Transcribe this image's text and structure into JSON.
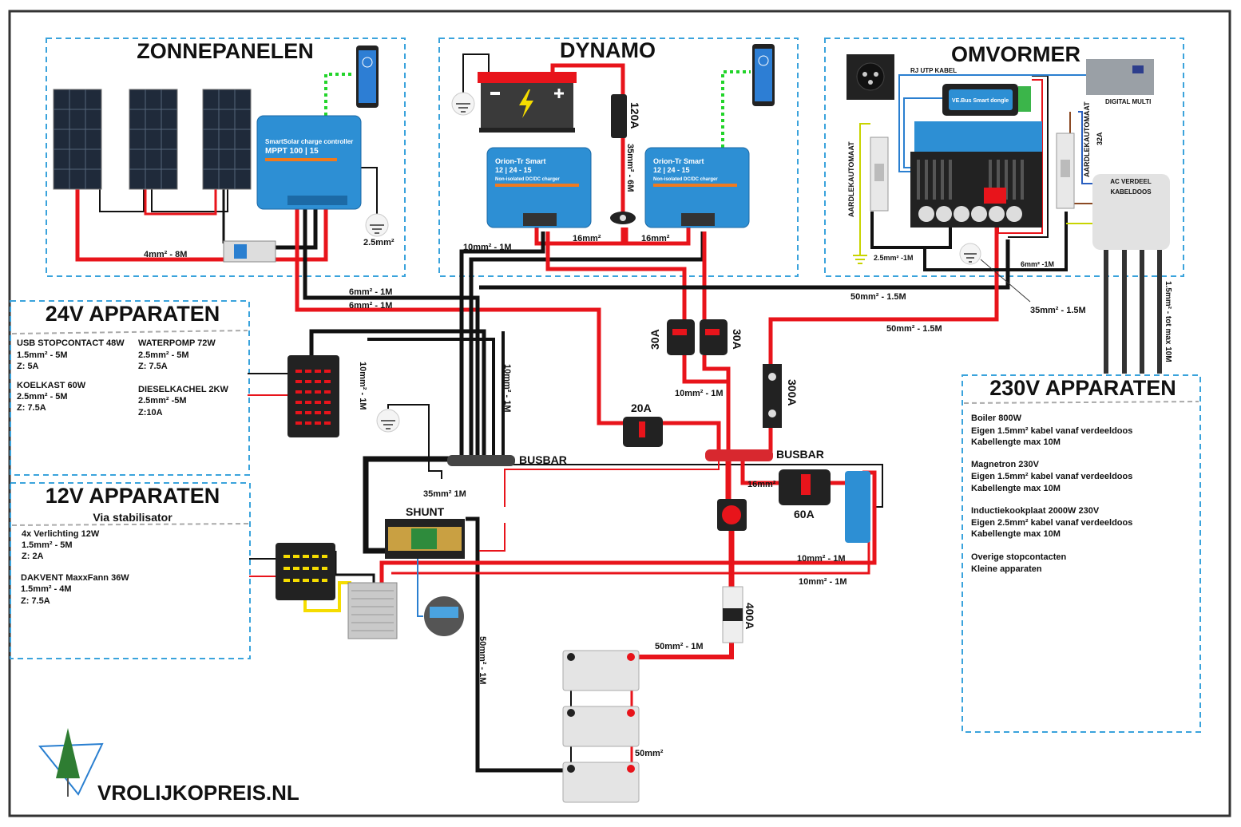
{
  "colors": {
    "section_border": "#3aa3dc",
    "positive_wire": "#e8141b",
    "negative_wire": "#111111",
    "victron_blue": "#2d8fd4",
    "data_wire": "#2a7fd0",
    "bluetooth_link": "#22d42a"
  },
  "sections": {
    "zonnepanelen": "ZONNEPANELEN",
    "dynamo": "DYNAMO",
    "omvormer": "OMVORMER",
    "v24": {
      "title": "24V APPARATEN",
      "items": [
        {
          "name": "USB STOPCONTACT 48W",
          "cable": "1.5mm² - 5M",
          "fuse": "Z: 5A"
        },
        {
          "name": "WATERPOMP 72W",
          "cable": "2.5mm² - 5M",
          "fuse": "Z: 7.5A"
        },
        {
          "name": "KOELKAST 60W",
          "cable": "2.5mm² - 5M",
          "fuse": "Z: 7.5A"
        },
        {
          "name": "DIESELKACHEL 2KW",
          "cable": "2.5mm² -5M",
          "fuse": "Z:10A"
        }
      ]
    },
    "v12": {
      "title": "12V APPARATEN",
      "subtitle": "Via stabilisator",
      "items": [
        {
          "name": "4x Verlichting 12W",
          "cable": "1.5mm² - 5M",
          "fuse": "Z: 2A"
        },
        {
          "name": "DAKVENT MaxxFann 36W",
          "cable": "1.5mm² - 4M",
          "fuse": "Z: 7.5A"
        }
      ]
    },
    "v230": {
      "title": "230V APPARATEN",
      "items": [
        {
          "l1": "Boiler 800W",
          "l2": "Eigen 1.5mm² kabel vanaf verdeeldoos",
          "l3": "Kabellengte max 10M"
        },
        {
          "l1": "Magnetron 230V",
          "l2": "Eigen 1.5mm² kabel vanaf verdeeldoos",
          "l3": "Kabellengte max 10M"
        },
        {
          "l1": "Inductiekookplaat 2000W 230V",
          "l2": "Eigen 2.5mm² kabel vanaf verdeeldoos",
          "l3": "Kabellengte max 10M"
        },
        {
          "l1": "Overige stopcontacten",
          "l2": "Kleine apparaten"
        }
      ]
    }
  },
  "devices": {
    "mppt": {
      "line1": "SmartSolar charge controller",
      "line2": "MPPT 100 | 15"
    },
    "orion": {
      "line1": "Orion-Tr Smart",
      "line2": "12 | 24 - 15",
      "line3": "Non-isolated DC/DC charger"
    },
    "dongle": "VE.Bus Smart dongle"
  },
  "labels": [
    "4mm² - 8M",
    "2.5mm²",
    "10mm² - 1M",
    "16mm²",
    "16mm²",
    "35mm² - 6M",
    "120A",
    "6mm² - 1M",
    "6mm² - 1M",
    "50mm² - 1.5M",
    "50mm² - 1.5M",
    "35mm² - 1.5M",
    "2.5mm² -1M",
    "6mm² -1M",
    "RJ UTP KABEL",
    "DIGITAL MULTI",
    "AARDLEKAUTOMAAT",
    "AARDLEKAUTOMAAT",
    "32A",
    "AC VERDEEL",
    "KABELDOOS",
    "1.5mm² - tot max 10M",
    "30A",
    "30A",
    "10mm² - 1M",
    "300A",
    "20A",
    "BUSBAR",
    "BUSBAR",
    "16mm²",
    "60A",
    "35mm² 1M",
    "SHUNT",
    "10mm² - 1M",
    "10mm² - 1M",
    "10mm² - 1M",
    "10mm² - 1M",
    "400A",
    "50mm² - 1M",
    "50mm²",
    "50mm² - 1M"
  ],
  "brand": "VROLIJKOPREIS.NL"
}
